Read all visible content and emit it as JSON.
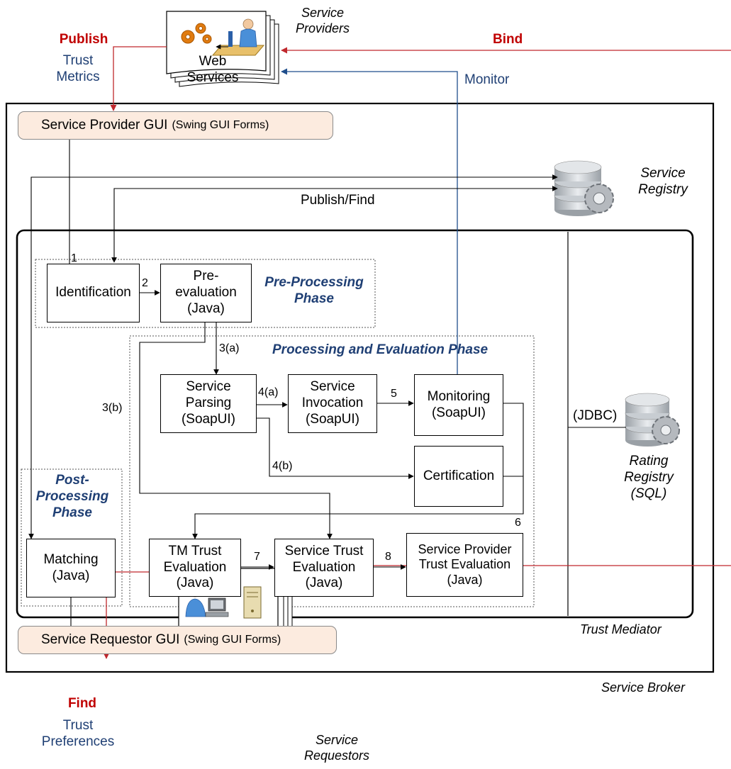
{
  "top": {
    "publish": "Publish",
    "trust_metrics": [
      "Trust",
      "Metrics"
    ],
    "web_services": [
      "Web",
      "Services"
    ],
    "service_providers": [
      "Service",
      "Providers"
    ],
    "bind": "Bind",
    "monitor": "Monitor"
  },
  "broker": {
    "label": "Service Broker",
    "provider_gui": {
      "title": "Service Provider GUI",
      "subtitle": "(Swing GUI Forms)"
    },
    "requestor_gui": {
      "title": "Service Requestor GUI",
      "subtitle": "(Swing GUI Forms)"
    },
    "service_registry": [
      "Service",
      "Registry"
    ],
    "publish_find": "Publish/Find"
  },
  "mediator": {
    "label": "Trust Mediator",
    "jdbc": "(JDBC)",
    "rating_registry": [
      "Rating",
      "Registry",
      "(SQL)"
    ]
  },
  "phases": {
    "pre": [
      "Pre-Processing",
      "Phase"
    ],
    "processing": "Processing and Evaluation Phase",
    "post": [
      "Post-",
      "Processing",
      "Phase"
    ]
  },
  "boxes": {
    "identification": [
      "Identification"
    ],
    "pre_evaluation": [
      "Pre-",
      "evaluation",
      "(Java)"
    ],
    "service_parsing": [
      "Service",
      "Parsing",
      "(SoapUI)"
    ],
    "service_invocation": [
      "Service",
      "Invocation",
      "(SoapUI)"
    ],
    "monitoring": [
      "Monitoring",
      "(SoapUI)"
    ],
    "certification": [
      "Certification"
    ],
    "tm_trust_evaluation": [
      "TM Trust",
      "Evaluation",
      "(Java)"
    ],
    "service_trust_evaluation": [
      "Service Trust",
      "Evaluation",
      "(Java)"
    ],
    "service_provider_trust_evaluation": [
      "Service Provider",
      "Trust Evaluation",
      "(Java)"
    ],
    "matching": [
      "Matching",
      "(Java)"
    ]
  },
  "steps": {
    "s1": "1",
    "s2": "2",
    "s3a": "3(a)",
    "s3b": "3(b)",
    "s4a": "4(a)",
    "s4b": "4(b)",
    "s5": "5",
    "s6": "6",
    "s7": "7",
    "s8": "8"
  },
  "bottom": {
    "find": "Find",
    "trust_preferences": [
      "Trust",
      "Preferences"
    ],
    "service_requestors": [
      "Service",
      "Requestors"
    ]
  },
  "colors": {
    "red_arrow": "#c0282d",
    "blue_arrow": "#1f4e8c",
    "gui_fill": "#fcebdf",
    "phase_text": "#1f3f74"
  }
}
